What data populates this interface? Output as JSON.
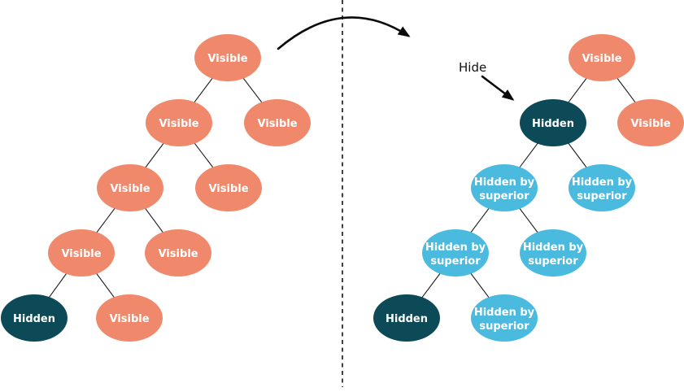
{
  "colors": {
    "visible": "#F0896B",
    "hidden": "#0D4A57",
    "hidden_by_superior": "#4ABADF",
    "node_text": "#FFFFFF",
    "line": "#111111"
  },
  "annotations": {
    "hide_label": "Hide"
  },
  "trees": {
    "left": {
      "name": "before-hide",
      "nodes": [
        {
          "label": "Visible",
          "state": "visible"
        },
        {
          "label": "Visible",
          "state": "visible"
        },
        {
          "label": "Visible",
          "state": "visible"
        },
        {
          "label": "Visible",
          "state": "visible"
        },
        {
          "label": "Visible",
          "state": "visible"
        },
        {
          "label": "Visible",
          "state": "visible"
        },
        {
          "label": "Visible",
          "state": "visible"
        },
        {
          "label": "Hidden",
          "state": "hidden"
        },
        {
          "label": "Visible",
          "state": "visible"
        }
      ],
      "edges": [
        [
          0,
          1
        ],
        [
          0,
          2
        ],
        [
          1,
          3
        ],
        [
          1,
          4
        ],
        [
          3,
          5
        ],
        [
          3,
          6
        ],
        [
          5,
          7
        ],
        [
          5,
          8
        ]
      ]
    },
    "right": {
      "name": "after-hide",
      "nodes": [
        {
          "label": "Visible",
          "state": "visible"
        },
        {
          "label": "Hidden",
          "state": "hidden"
        },
        {
          "label": "Visible",
          "state": "visible"
        },
        {
          "label": "Hidden by superior",
          "lines": [
            "Hidden by",
            "superior"
          ],
          "state": "hidden-by-superior"
        },
        {
          "label": "Hidden by superior",
          "lines": [
            "Hidden by",
            "superior"
          ],
          "state": "hidden-by-superior"
        },
        {
          "label": "Hidden by superior",
          "lines": [
            "Hidden by",
            "superior"
          ],
          "state": "hidden-by-superior"
        },
        {
          "label": "Hidden by superior",
          "lines": [
            "Hidden by",
            "superior"
          ],
          "state": "hidden-by-superior"
        },
        {
          "label": "Hidden",
          "state": "hidden"
        },
        {
          "label": "Hidden by superior",
          "lines": [
            "Hidden by",
            "superior"
          ],
          "state": "hidden-by-superior"
        }
      ],
      "edges": [
        [
          0,
          1
        ],
        [
          0,
          2
        ],
        [
          1,
          3
        ],
        [
          1,
          4
        ],
        [
          3,
          5
        ],
        [
          3,
          6
        ],
        [
          5,
          7
        ],
        [
          5,
          8
        ]
      ]
    }
  }
}
